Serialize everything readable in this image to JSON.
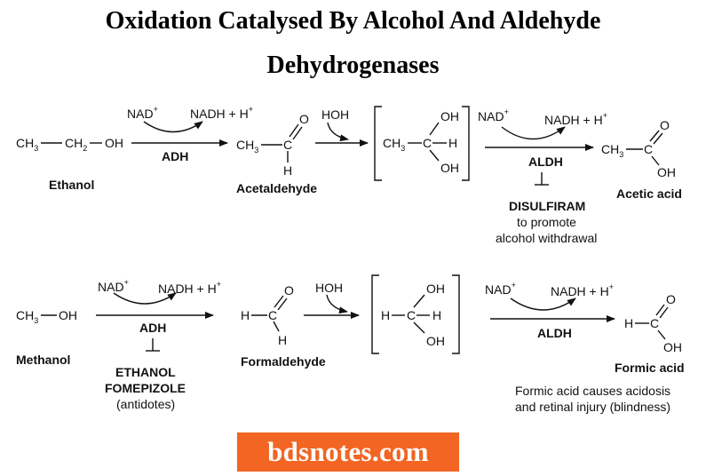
{
  "title": {
    "line1": "Oxidation Catalysed By Alcohol And Aldehyde",
    "line2": "Dehydrogenases"
  },
  "pathway_ethanol": {
    "substrate": "Ethanol",
    "step1": {
      "cofactor_in": "NAD",
      "cofactor_out": "NADH + H",
      "enzyme": "ADH"
    },
    "intermediate": "Acetaldehyde",
    "water": "HOH",
    "step2": {
      "cofactor_in": "NAD",
      "cofactor_out": "NADH + H",
      "enzyme": "ALDH"
    },
    "product": "Acetic acid",
    "inhibitor": {
      "name": "DISULFIRAM",
      "note_line1": "to promote",
      "note_line2": "alcohol withdrawal"
    }
  },
  "pathway_methanol": {
    "substrate": "Methanol",
    "step1": {
      "cofactor_in": "NAD",
      "cofactor_out": "NADH + H",
      "enzyme": "ADH"
    },
    "intermediate": "Formaldehyde",
    "water": "HOH",
    "step2": {
      "cofactor_in": "NAD",
      "cofactor_out": "NADH + H",
      "enzyme": "ALDH"
    },
    "product": "Formic acid",
    "inhibitor": {
      "name_line1": "ETHANOL",
      "name_line2": "FOMEPIZOLE",
      "note": "(antidotes)"
    },
    "product_note_line1": "Formic acid causes acidosis",
    "product_note_line2": "and retinal injury (blindness)"
  },
  "watermark": "bdsnotes.com"
}
